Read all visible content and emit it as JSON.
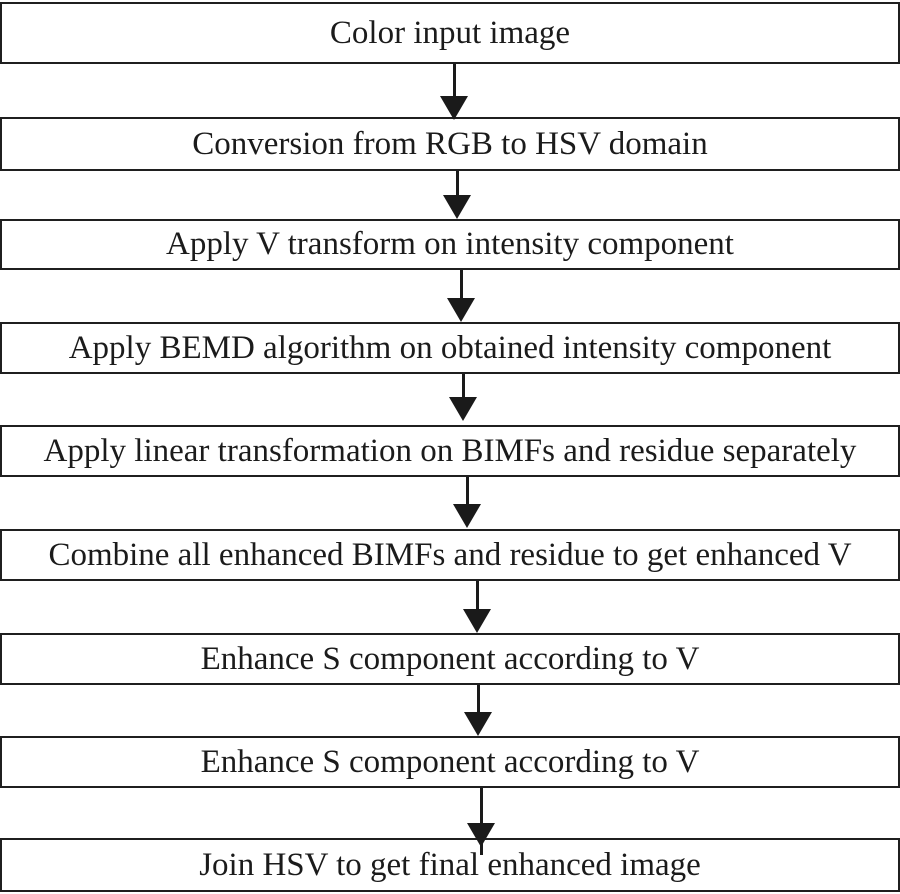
{
  "figure": {
    "type": "flowchart",
    "direction": "top-to-bottom",
    "steps": [
      {
        "label": "Color input image"
      },
      {
        "label": "Conversion from RGB to HSV domain"
      },
      {
        "label": "Apply V transform on intensity component"
      },
      {
        "label": "Apply BEMD algorithm on obtained intensity component"
      },
      {
        "label": "Apply linear transformation on BIMFs and residue separately"
      },
      {
        "label": "Combine all enhanced BIMFs and residue to get enhanced V"
      },
      {
        "label": "Enhance S component according to V"
      },
      {
        "label": "Enhance S component according to V"
      },
      {
        "label": "Join HSV to get final enhanced image"
      }
    ],
    "colors": {
      "background": "#ffffff",
      "box_border": "#1f1f1f",
      "text": "#1b1b1b",
      "arrow": "#1a1a1a"
    }
  }
}
